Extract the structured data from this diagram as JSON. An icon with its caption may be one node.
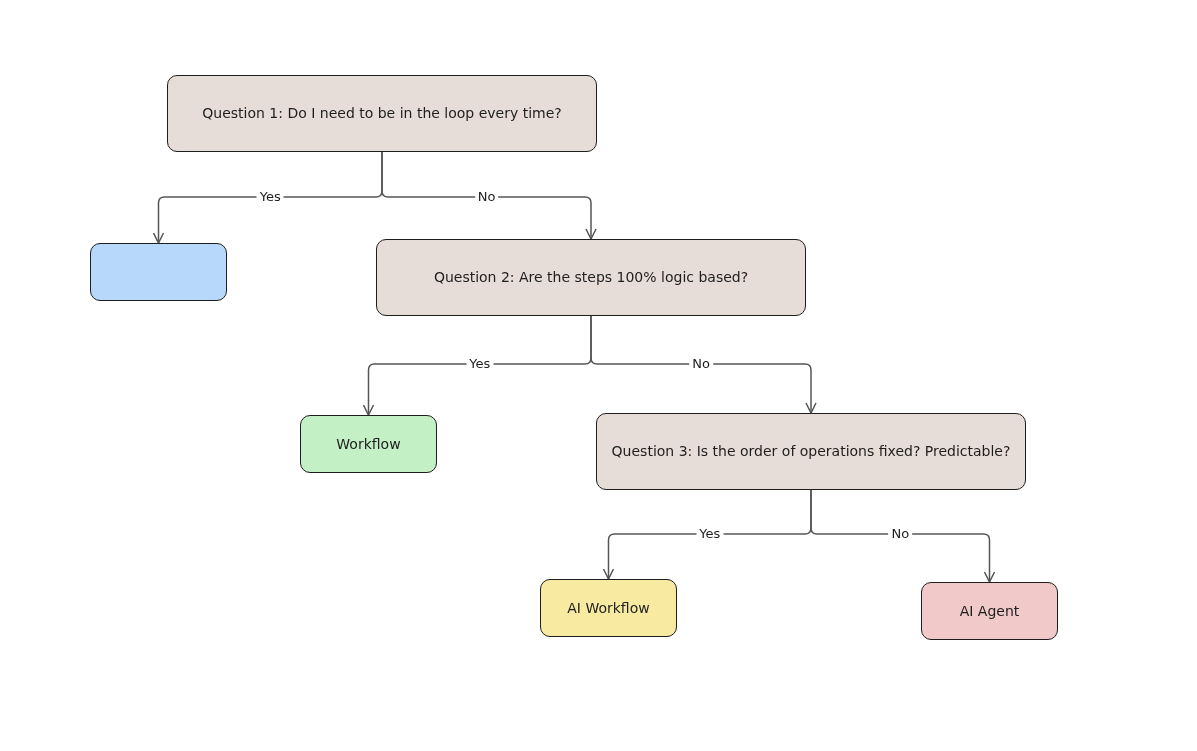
{
  "diagram": {
    "nodes": [
      {
        "text": [
          "Question 1: Do I need to be in the loop every time?"
        ]
      },
      {
        "text": [],
        "shape": "box"
      },
      {
        "text": [
          "Question 2: Are the steps 100% logic based?"
        ]
      },
      {
        "text": [
          "Workflow"
        ]
      },
      {
        "text": [
          "Question 3: Is the order of operations fixed? Predictable?"
        ]
      },
      {
        "text": [
          "AI Workflow"
        ]
      },
      {
        "text": [
          "AI Agent"
        ]
      }
    ],
    "edges": [
      {
        "from": 0,
        "to": 1,
        "arrow": "to",
        "label": "Yes"
      },
      {
        "from": 0,
        "to": 2,
        "arrow": "to",
        "label": "No"
      },
      {
        "from": 2,
        "to": 3,
        "arrow": "to",
        "label": "Yes"
      },
      {
        "from": 2,
        "to": 4,
        "arrow": "to",
        "label": "No"
      },
      {
        "from": 4,
        "to": 5,
        "arrow": "to",
        "label": "Yes"
      },
      {
        "from": 4,
        "to": 6,
        "arrow": "to",
        "label": "No"
      }
    ]
  }
}
